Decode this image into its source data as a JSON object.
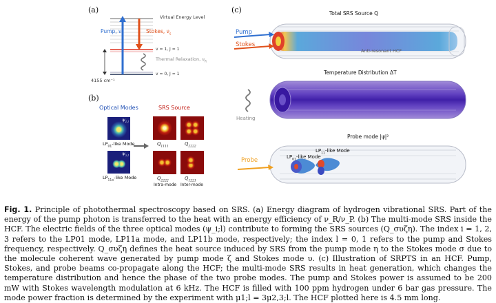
{
  "panel_a": {
    "label": "(a)",
    "virtual_level": "Virtual Energy Level",
    "pump": "Pump, ν",
    "pump_sub": "p",
    "stokes": "Stokes, ν",
    "stokes_sub": "s",
    "level_v1": "v = 1, J = 1",
    "level_v0": "v = 0, J = 1",
    "relax": "Thermal Relaxation, ν",
    "relax_sub": "R",
    "energy_gap": "4155 cm⁻¹",
    "colors": {
      "pump": "#2f6fd0",
      "stokes": "#e0501a"
    }
  },
  "panel_b": {
    "label": "(b)",
    "optical_modes_title": "Optical Modes",
    "srs_source_title": "SRS Source",
    "psi1": "ψ",
    "psi1_sub": "1,l",
    "psi2": "ψ",
    "psi2_sub": "2,l",
    "lp01_label": "LP",
    "lp01_sub": "01",
    "lp01_suffix": "-like Mode",
    "lp11_label": "LP",
    "lp11_sub": "11a",
    "lp11_suffix": "-like Mode",
    "q1111": "Q",
    "q1111_sub": "1111",
    "q2222": "Q",
    "q2222_sub": "2222",
    "q2222b": "Q",
    "q2222b_sub": "2222",
    "q1221": "Q",
    "q1221_sub": "1221",
    "intra": "Intra-mode",
    "inter": "Inter-mode",
    "colors": {
      "optical": "#1f4fb4",
      "srs": "#c0140c"
    }
  },
  "panel_c": {
    "label": "(c)",
    "total_srs": "Total SRS Source Q",
    "pump": "Pump",
    "stokes": "Stokes",
    "hcf": "Anti-resonant HCF",
    "temp": "Temperature Distribution ΔT",
    "heating": "Heating",
    "probe_mode": "Probe mode |ψ|²",
    "probe": "Probe",
    "lp01_like": "LP",
    "lp01_like_sub": "01",
    "lp01_like_suffix": "-like Mode",
    "lp11_like": "LP",
    "lp11_like_sub": "11",
    "lp11_like_suffix": "-like Mode",
    "colors": {
      "pump": "#2f6fd0",
      "stokes": "#e0501a",
      "probe": "#f0a020"
    }
  },
  "caption": {
    "fig": "Fig. 1.",
    "text": "Principle of photothermal spectroscopy based on SRS. (a) Energy diagram of hydrogen vibrational SRS. Part of the energy of the pump photon is transferred to the heat with an energy efficiency of ν_R/ν_P. (b) The multi-mode SRS inside the HCF. The electric fields of the three optical modes (ψ_i;l) contribute to forming the SRS sources (Q_συζη). The index i = 1, 2, 3 refers to the LP01 mode, LP11a mode, and LP11b mode, respectively; the index l = 0, 1 refers to the pump and Stokes frequency, respectively. Q_συζη defines the heat source induced by SRS from the pump mode η to the Stokes mode σ due to the molecule coherent wave generated by pump mode ζ and Stokes mode υ. (c) Illustration of SRPTS in an HCF. Pump, Stokes, and probe beams co-propagate along the HCF; the multi-mode SRS results in heat generation, which changes the temperature distribution and hence the phase of the two probe modes. The pump and Stokes power is assumed to be 200 mW with Stokes wavelength modulation at 6 kHz. The HCF is filled with 100 ppm hydrogen under 6 bar gas pressure. The mode power fraction is determined by the experiment with μ1;l = 3μ2,3;l. The HCF plotted here is 4.5 mm long."
  }
}
